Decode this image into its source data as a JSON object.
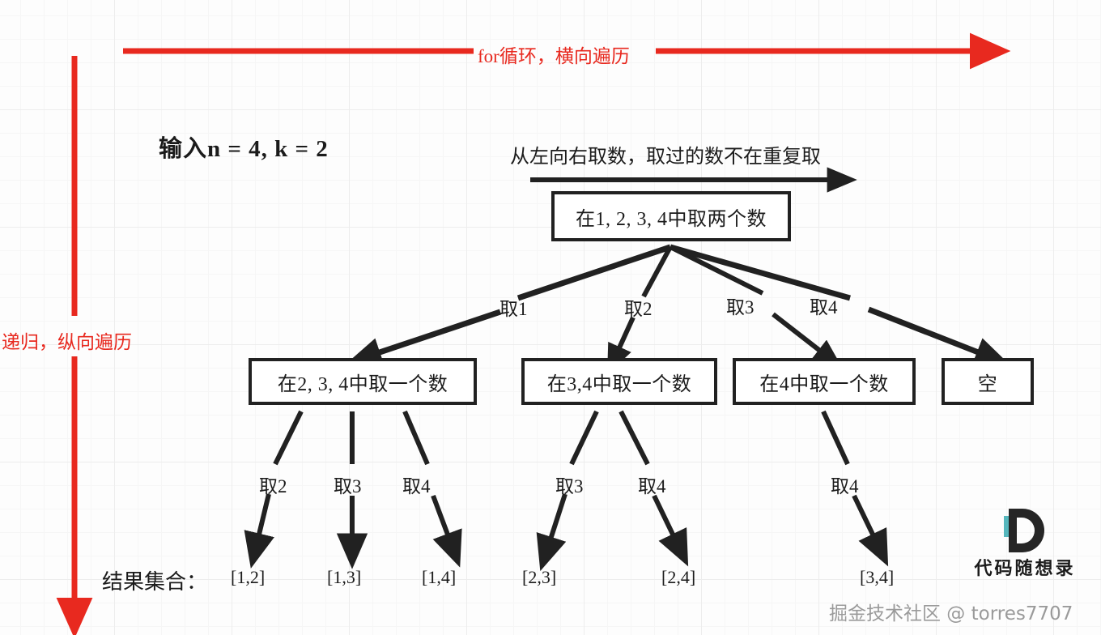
{
  "diagram": {
    "title_note": "输入n = 4, k = 2",
    "horizontal_axis_label": "for循环，横向遍历",
    "vertical_axis_label": "递归，纵向遍历",
    "fan_note": "从左向右取数，取过的数不在重复取",
    "result_label": "结果集合：",
    "colors": {
      "axis_red": "#e8291f",
      "node_stroke": "#212121",
      "grid_minor": "#f6f6f6",
      "grid_major": "#ededed",
      "logo_accent": "#56b7bd"
    },
    "root": {
      "label": "在1, 2, 3, 4中取两个数"
    },
    "level1": [
      {
        "edge_label": "取1",
        "label": "在2, 3, 4中取一个数"
      },
      {
        "edge_label": "取2",
        "label": "在3,4中取一个数"
      },
      {
        "edge_label": "取3",
        "label": "在4中取一个数"
      },
      {
        "edge_label": "取4",
        "label": "空"
      }
    ],
    "level2_edges": [
      {
        "edge_label": "取2",
        "result": "[1,2]"
      },
      {
        "edge_label": "取3",
        "result": "[1,3]"
      },
      {
        "edge_label": "取4",
        "result": "[1,4]"
      },
      {
        "edge_label": "取3",
        "result": "[2,3]"
      },
      {
        "edge_label": "取4",
        "result": "[2,4]"
      },
      {
        "edge_label": "取4",
        "result": "[3,4]"
      }
    ]
  },
  "branding": {
    "logo_text": "代码随想录",
    "logo_mark_letter": "D",
    "watermark": "掘金技术社区 @ torres7707"
  }
}
